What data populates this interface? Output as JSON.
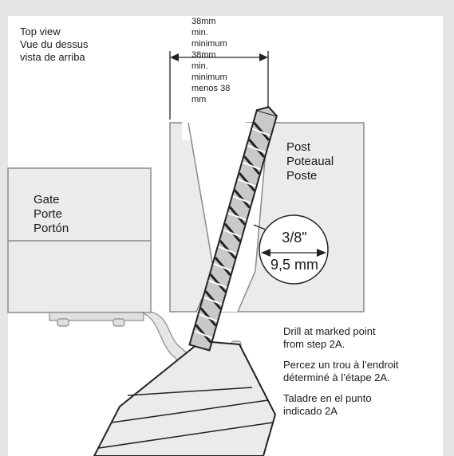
{
  "top_view": [
    "Top view",
    "Vue du dessus",
    "vista de arriba"
  ],
  "dimension": [
    "38mm",
    "min.",
    "minimum",
    "38mm",
    "min.",
    "minimum",
    "menos 38",
    "mm"
  ],
  "post": [
    "Post",
    "Poteaual",
    "Poste"
  ],
  "gate": [
    "Gate",
    "Porte",
    "Portón"
  ],
  "bit_size": {
    "imperial": "3/8\"",
    "metric": "9,5 mm"
  },
  "instructions": [
    [
      "Drill at marked point",
      "from step 2A."
    ],
    [
      "Percez un trou à l’endroit",
      "déterminé à l’étape 2A."
    ],
    [
      "Taladre en el punto",
      "indicado 2A"
    ]
  ],
  "colors": {
    "background": "#e6e6e6",
    "panel": "#ffffff",
    "line": "#8a8a8a",
    "fill": "#ebebeb",
    "dark": "#222222"
  }
}
